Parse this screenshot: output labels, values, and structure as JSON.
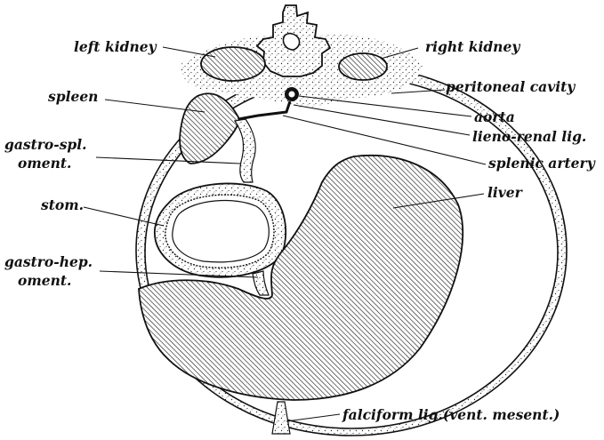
{
  "labels": {
    "left_kidney": "left kidney",
    "right_kidney": "right kidney",
    "peritoneal_cavity": "peritoneal cavity",
    "spleen": "spleen",
    "aorta": "aorta",
    "lieno_renal_lig": "lieno-renal lig.",
    "gastro_spl_1": "gastro-spl.",
    "gastro_spl_2": "oment.",
    "splenic_artery": "splenic artery",
    "liver": "liver",
    "stom": "stom.",
    "gastro_hep_1": "gastro-hep.",
    "gastro_hep_2": "oment.",
    "falciform": "falciform lig.(vent. mesent.)"
  }
}
